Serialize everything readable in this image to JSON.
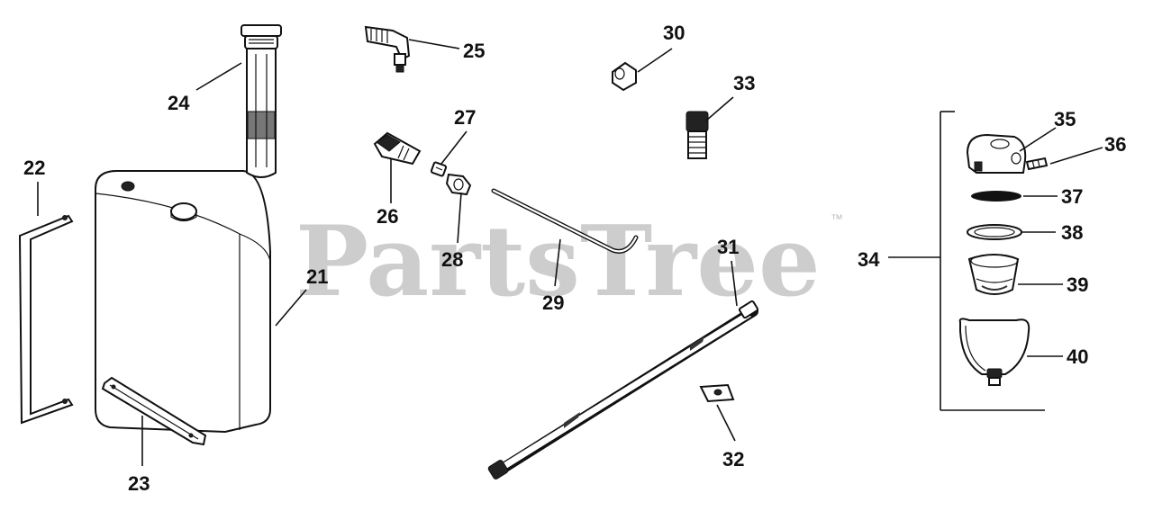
{
  "watermark": {
    "text": "PartsTree",
    "tm": "™"
  },
  "callouts": [
    {
      "id": "21",
      "label": "21"
    },
    {
      "id": "22",
      "label": "22"
    },
    {
      "id": "23",
      "label": "23"
    },
    {
      "id": "24",
      "label": "24"
    },
    {
      "id": "25",
      "label": "25"
    },
    {
      "id": "26",
      "label": "26"
    },
    {
      "id": "27",
      "label": "27"
    },
    {
      "id": "28",
      "label": "28"
    },
    {
      "id": "29",
      "label": "29"
    },
    {
      "id": "30",
      "label": "30"
    },
    {
      "id": "31",
      "label": "31"
    },
    {
      "id": "32",
      "label": "32"
    },
    {
      "id": "33",
      "label": "33"
    },
    {
      "id": "34",
      "label": "34"
    },
    {
      "id": "35",
      "label": "35"
    },
    {
      "id": "36",
      "label": "36"
    },
    {
      "id": "37",
      "label": "37"
    },
    {
      "id": "38",
      "label": "38"
    },
    {
      "id": "39",
      "label": "39"
    },
    {
      "id": "40",
      "label": "40"
    }
  ]
}
